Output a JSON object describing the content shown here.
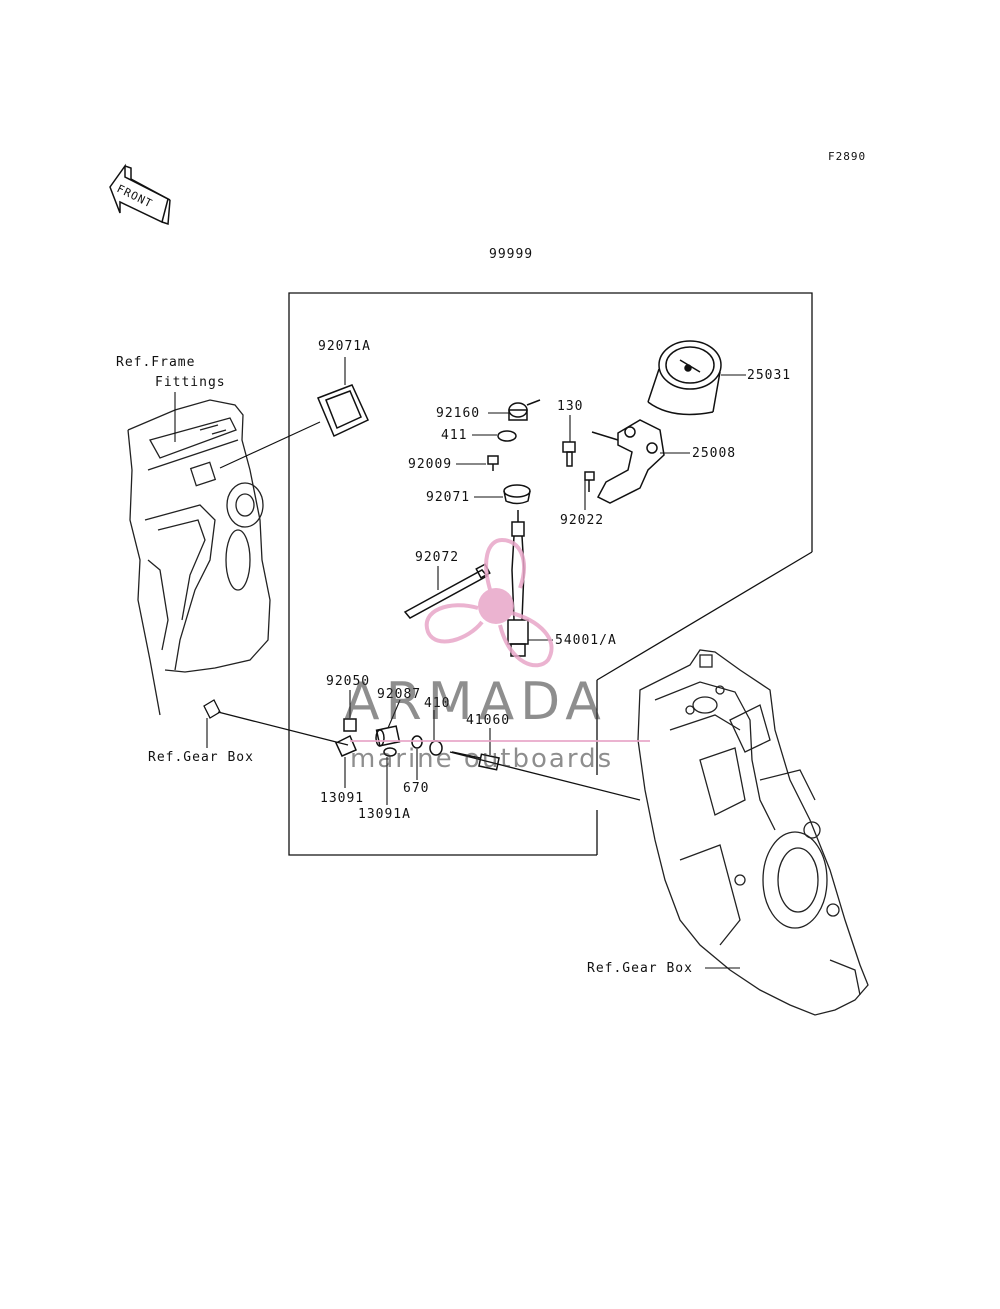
{
  "figure_code": "F2890",
  "front_label": "FRONT",
  "assembly_number": "99999",
  "ref_frame_line1": "Ref.Frame",
  "ref_frame_line2": "Fittings",
  "ref_gear_box_left": "Ref.Gear Box",
  "ref_gear_box_right": "Ref.Gear Box",
  "parts": {
    "p92071A": "92071A",
    "p92160": "92160",
    "p130": "130",
    "p411": "411",
    "p92009": "92009",
    "p92071": "92071",
    "p25031": "25031",
    "p25008": "25008",
    "p92022": "92022",
    "p92072": "92072",
    "p54001A": "54001/A",
    "p92050": "92050",
    "p92087": "92087",
    "p410": "410",
    "p41060": "41060",
    "p13091": "13091",
    "p13091A": "13091A",
    "p670": "670"
  },
  "watermark": {
    "name": "ARMADA",
    "tagline": "marine outboards",
    "accent_color": "#e8a6c8"
  }
}
